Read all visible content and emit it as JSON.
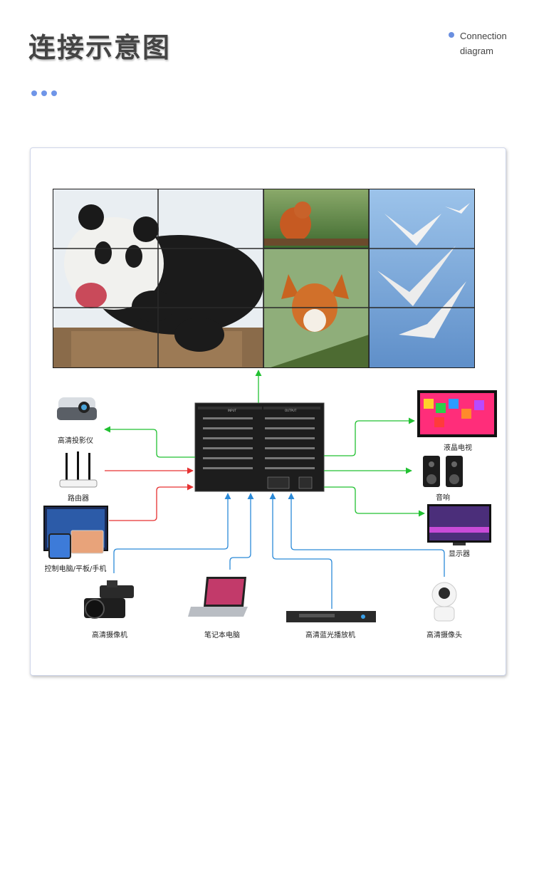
{
  "header": {
    "title": "连接示意图",
    "connection_label": "Connection diagram"
  },
  "matrix": {
    "input_label": "INPUT",
    "output_label": "OUTPUT"
  },
  "devices": {
    "projector": "高清投影仪",
    "router": "路由器",
    "control_pc": "控制电脑/平板/手机",
    "hd_camcorder": "高清摄像机",
    "laptop": "笔记本电脑",
    "bluray_player": "高清蓝光播放机",
    "lcd_tv": "液晶电视",
    "speakers": "音响",
    "monitor": "显示器",
    "hd_camera": "高清摄像头"
  },
  "colors": {
    "output_line": "#22c132",
    "control_line": "#e63131",
    "input_line": "#2b8ad8",
    "accent": "#6f95e8"
  }
}
